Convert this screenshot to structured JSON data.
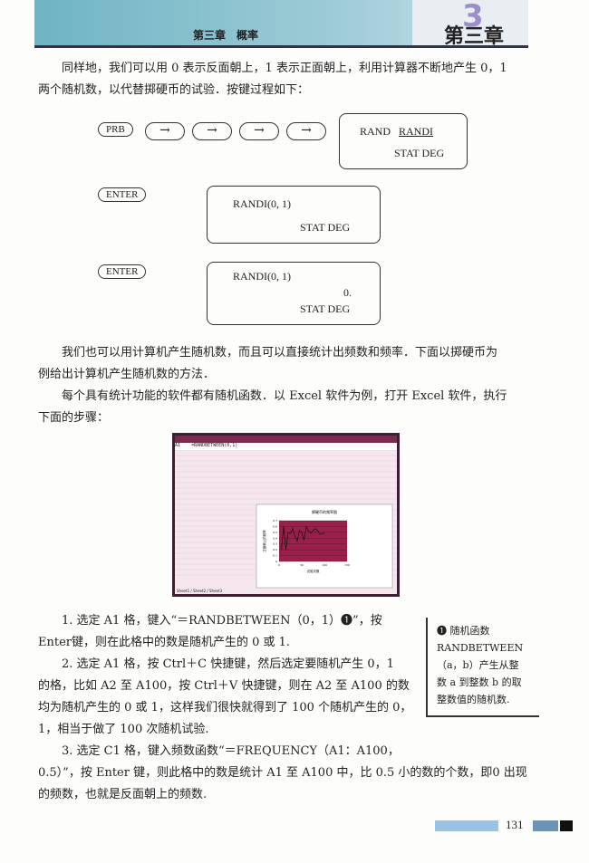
{
  "header": {
    "section": "第三章　概率",
    "chapter": "第三章",
    "chapter_number": "3"
  },
  "intro": [
    "同样地，我们可以用 0 表示反面朝上，1 表示正面朝上，利用计算器不断地产生 0，1",
    "两个随机数，以代替掷硬币的试验．按键过程如下："
  ],
  "calc": {
    "key_prb": "PRB",
    "arrow": "→",
    "key_enter": "ENTER",
    "screen1": {
      "line1a": "RAND",
      "line1b": "RANDI",
      "line2": "STAT  DEG"
    },
    "screen2": {
      "line1": "RANDI(0, 1)",
      "line2": "STAT DEG"
    },
    "screen3": {
      "line1": "RANDI(0, 1)",
      "value": "0.",
      "line2": "STAT DEG"
    }
  },
  "para2": [
    "我们也可以用计算机产生随机数，而且可以直接统计出频数和频率．下面以掷硬币为",
    "例给出计算机产生随机数的方法．"
  ],
  "para3": [
    "每个具有统计功能的软件都有随机函数．以 Excel 软件为例，打开 Excel 软件，执行",
    "下面的步骤："
  ],
  "spreadsheet": {
    "cell": "A1",
    "formula": "=RANDBETWEEN(0,1)",
    "chart_title": "掷硬币的频率图",
    "xlabel": "试验次数",
    "ylabel": "正面朝上的频率",
    "sheet_tabs": "Sheet1 / Sheet2 / Sheet3",
    "x": [
      5,
      10,
      15,
      20,
      25,
      30,
      35,
      40,
      45,
      50,
      55,
      60,
      65,
      70,
      75,
      80,
      85,
      90,
      95,
      100
    ],
    "freq": [
      0.2,
      0.6,
      0.2,
      0.5,
      0.48,
      0.566667,
      0.428571,
      0.35,
      0.533333,
      0.5,
      0.363636,
      0.6,
      0.523077,
      0.485714,
      0.533333,
      0.5625,
      0.529412,
      0.466667,
      0.473684,
      0.49
    ]
  },
  "steps": [
    "1. 选定 A1 格，键入“＝RANDBETWEEN（0，1）❶”，按",
    "Enter键，则在此格中的数是随机产生的 0 或 1.",
    "2. 选定 A1 格，按 Ctrl＋C 快捷键，然后选定要随机产生 0，1",
    "的格，比如 A2 至 A100，按 Ctrl＋V 快捷键，则在 A2 至 A100 的数",
    "均为随机产生的 0 或 1，这样我们很快就得到了 100 个随机产生的 0，",
    "1，相当于做了 100 次随机试验.",
    "3. 选定 C1 格，键入频数函数“＝FREQUENCY（A1：A100，",
    "0.5）”，按 Enter 键，则此格中的数是统计 A1 至 A100 中，比 0.5 小的数的个数，即0 出现",
    "的频数，也就是反面朝上的频数."
  ],
  "note": [
    "❶ 随机函数",
    "RANDBETWEEN",
    "（a，b）产生从整",
    "数 a 到整数 b 的取",
    "整数值的随机数."
  ],
  "page_number": "131"
}
